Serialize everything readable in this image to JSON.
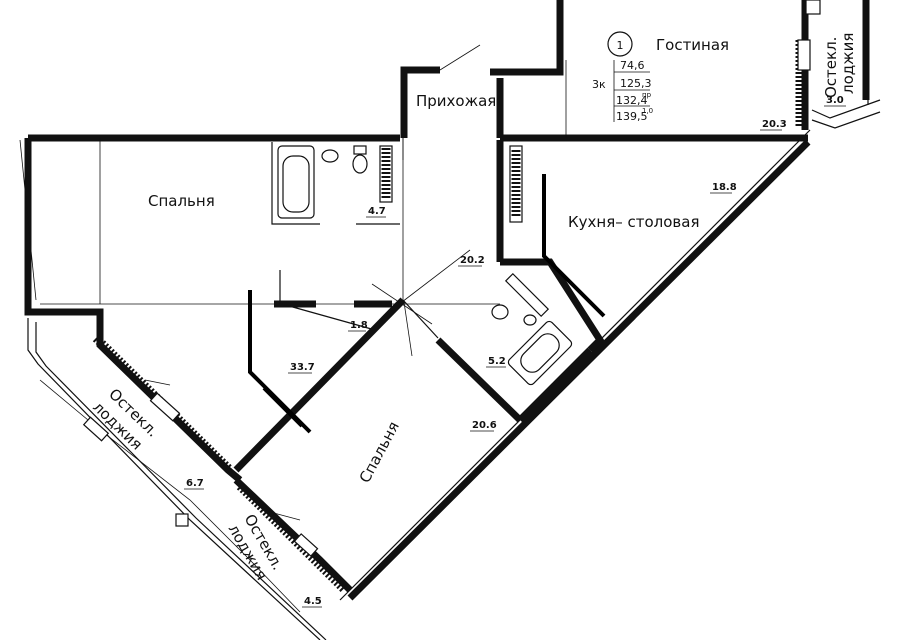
{
  "apartment": {
    "number": "1",
    "type": "3к",
    "areas": [
      "74,6",
      "125,3",
      "132,4",
      "139,5"
    ],
    "area_superscripts": [
      "пр",
      "1,0"
    ]
  },
  "rooms": {
    "living": "Гостиная",
    "hall": "Прихожая",
    "bedroom_top": "Спальня",
    "bedroom_bottom": "Спальня",
    "kitchen": "Кухня– столовая"
  },
  "loggias": {
    "right_line1": "Остекл.",
    "right_line2": "лоджия",
    "left_line1": "Остекл.",
    "left_line2": "лоджия",
    "bottom_line1": "Остекл.",
    "bottom_line2": "лоджия"
  },
  "area_labels": {
    "living": "20.3",
    "loggia_right": "3.0",
    "kitchen": "18.8",
    "bath_top": "4.7",
    "corridor": "20.2",
    "closet": "1.8",
    "bedroom_top": "33.7",
    "bath_bottom": "5.2",
    "bedroom_bottom": "20.6",
    "loggia_left": "6.7",
    "loggia_bottom": "4.5"
  }
}
